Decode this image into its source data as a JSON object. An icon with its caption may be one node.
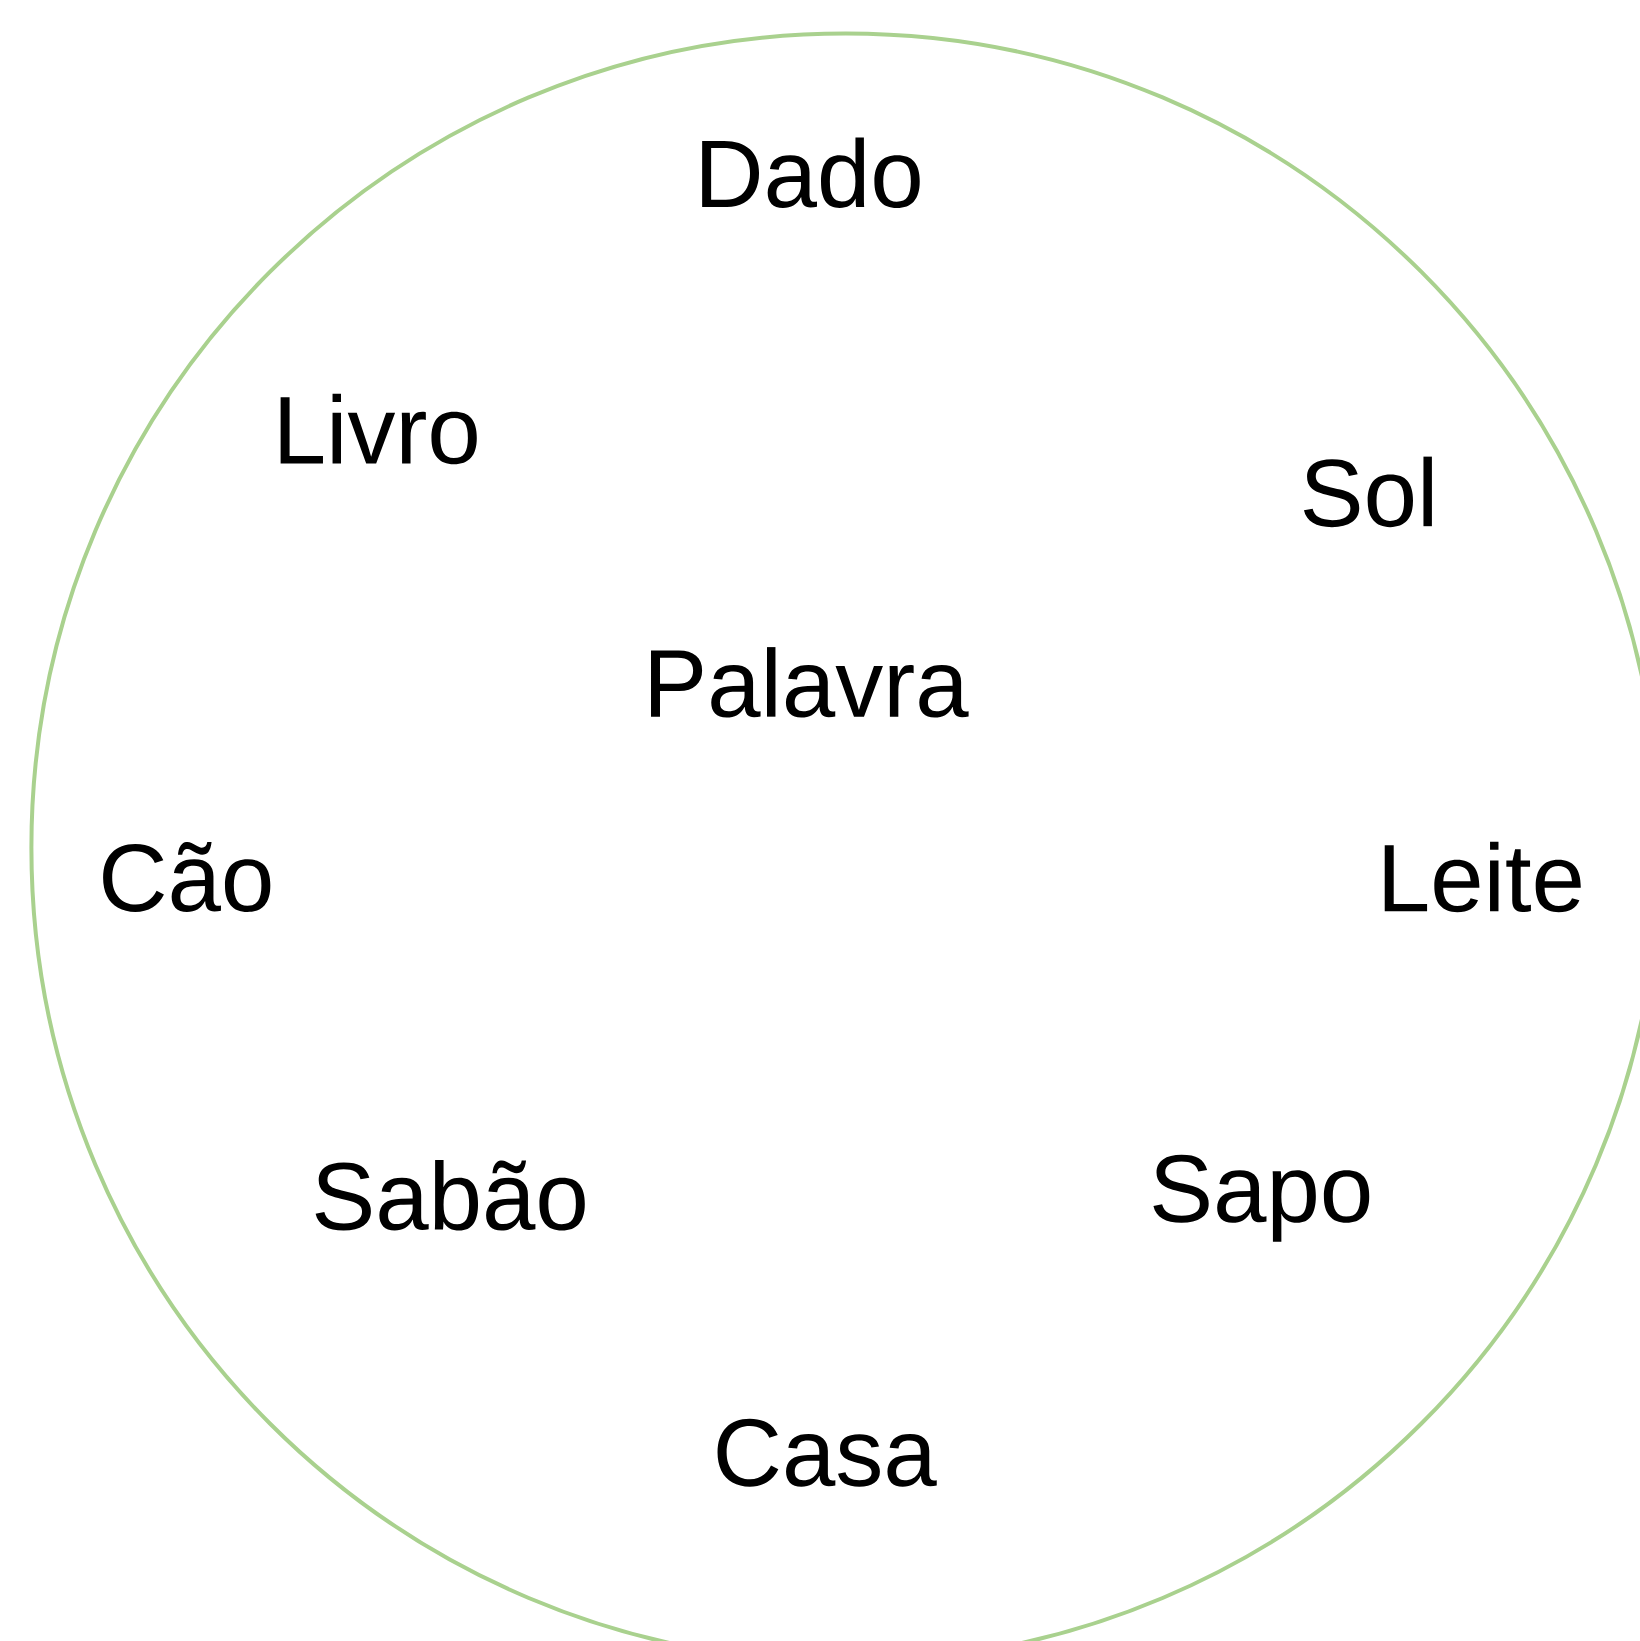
{
  "diagram": {
    "nodes": [
      {
        "text": [
          "Dado",
          "Livro",
          "Sol",
          "Palavra",
          "Cão",
          "Leite",
          "Sabão",
          "Sapo",
          "Casa"
        ]
      }
    ]
  }
}
